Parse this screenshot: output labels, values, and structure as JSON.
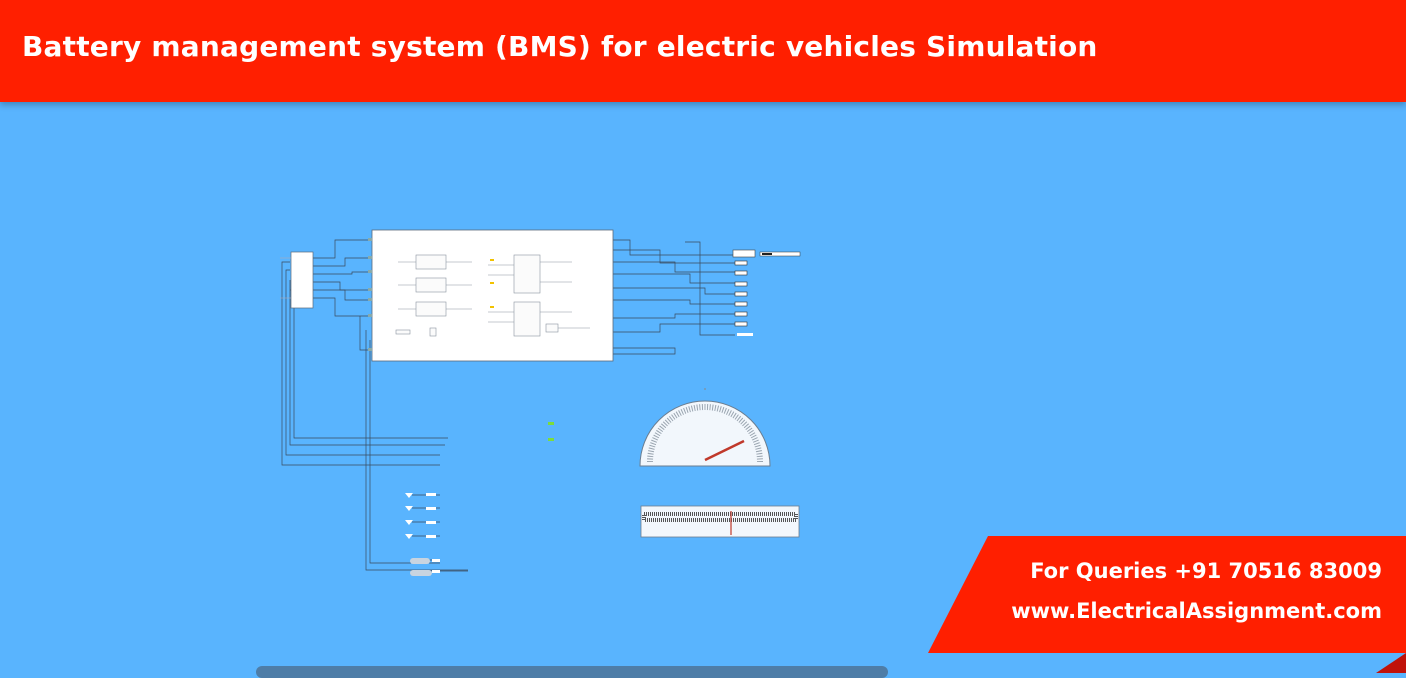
{
  "header": {
    "title": "Battery management system (BMS) for electric vehicles Simulation"
  },
  "contact": {
    "queries": "For Queries +91 70516 83009",
    "website": "www.ElectricalAssignment.com"
  },
  "colors": {
    "background": "#59b4fe",
    "banner": "#ff1f00",
    "block": "#ffffff",
    "line": "#3a4a5c",
    "needle": "#c0392b"
  },
  "gauge": {
    "needle_level": 0.8
  },
  "icons": [
    "gauge-icon",
    "scope-icon",
    "display-block-icon",
    "signal-icon"
  ]
}
